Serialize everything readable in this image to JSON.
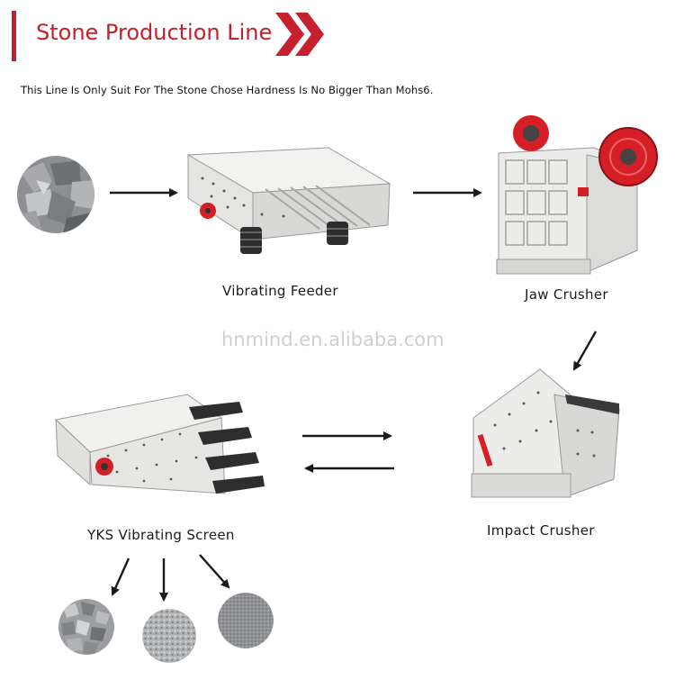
{
  "header": {
    "title": "Stone Production Line",
    "subtitle": "This Line Is Only Suit For The Stone Chose Hardness Is No Bigger Than Mohs6.",
    "brand_color": "#c5202b",
    "icon": "double-chevron-icon"
  },
  "watermark": "hnmind.en.alibaba.com",
  "machines": {
    "feeder": "Vibrating Feeder",
    "jaw": "Jaw Crusher",
    "impact": "Impact Crusher",
    "screen": "YKS  Vibrating Screen"
  },
  "colors": {
    "flywheel": "#d41f26",
    "machine_body": "#e9e9e7",
    "arrow": "#1a1a1a"
  }
}
